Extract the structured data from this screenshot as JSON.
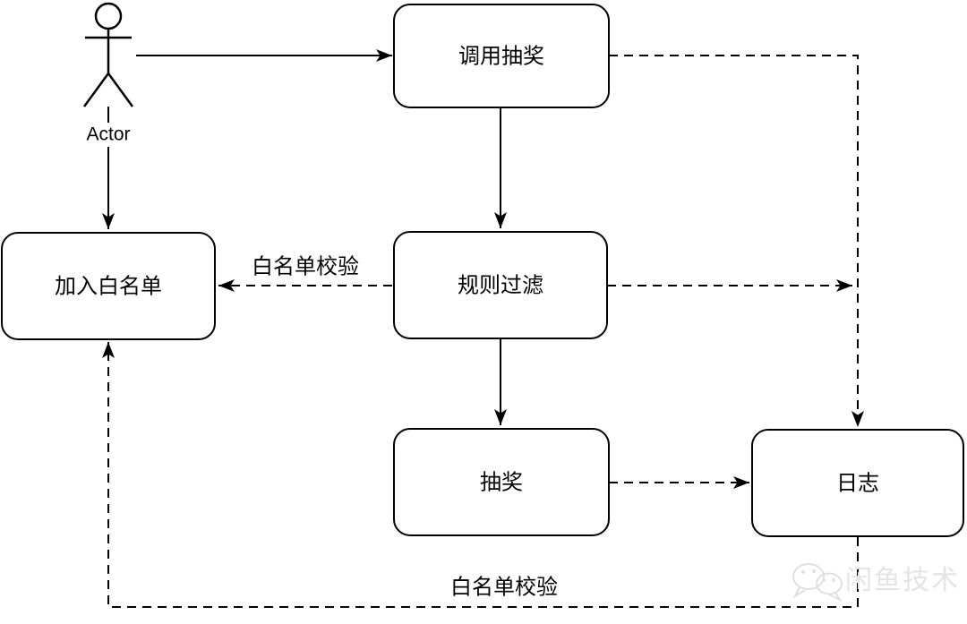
{
  "diagram": {
    "actor": {
      "label": "Actor"
    },
    "nodes": {
      "call_lottery": {
        "label": "调用抽奖"
      },
      "join_whitelist": {
        "label": "加入白名单"
      },
      "rule_filter": {
        "label": "规则过滤"
      },
      "lottery": {
        "label": "抽奖"
      },
      "log": {
        "label": "日志"
      }
    },
    "edge_labels": {
      "whitelist_check_mid": "白名单校验",
      "whitelist_check_bottom": "白名单校验"
    },
    "colors": {
      "line": "#000000",
      "background": "#ffffff",
      "watermark": "#e4e4e4"
    }
  },
  "watermark": {
    "label": "闲鱼技术",
    "icon": "wechat-icon"
  }
}
